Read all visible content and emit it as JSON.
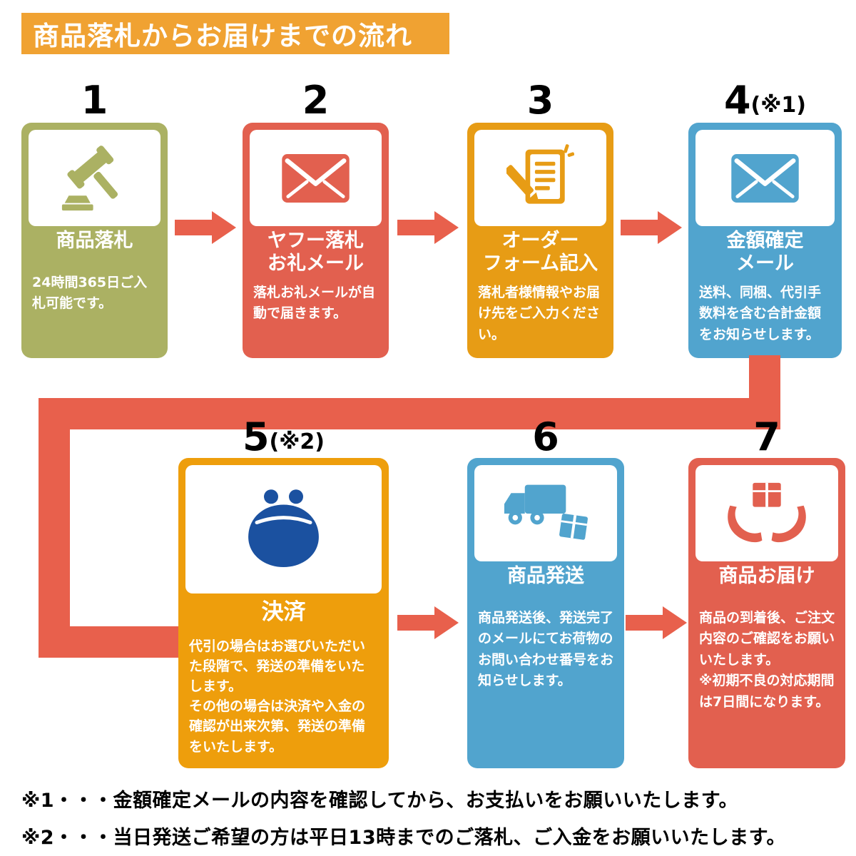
{
  "header": {
    "title": "商品落札からお届けまでの流れ",
    "bg_color": "#F0A232",
    "text_color": "#FFFFFF"
  },
  "arrow_color": "#E8604C",
  "steps": [
    {
      "num": "1",
      "suffix": "",
      "title": "商品落札",
      "desc": "24時間365日ご入札可能です。",
      "color": "#ABB163",
      "icon_color": "#ABB163",
      "icon": "gavel-icon"
    },
    {
      "num": "2",
      "suffix": "",
      "title": "ヤフー落札\nお礼メール",
      "desc": "落札お礼メールが自動で届きます。",
      "color": "#E2604F",
      "icon_color": "#E2604F",
      "icon": "mail-icon"
    },
    {
      "num": "3",
      "suffix": "",
      "title": "オーダー\nフォーム記入",
      "desc": "落札者様情報やお届け先をご入力ください。",
      "color": "#E79C15",
      "icon_color": "#E79C15",
      "icon": "form-pencil-icon"
    },
    {
      "num": "4",
      "suffix": "(※1)",
      "title": "金額確定\nメール",
      "desc": "送料、同梱、代引手数料を含む合計金額をお知らせします。",
      "color": "#51A4CE",
      "icon_color": "#51A4CE",
      "icon": "mail-icon"
    },
    {
      "num": "5",
      "suffix": "(※2)",
      "title": "決済",
      "desc": "代引の場合はお選びいただいた段階で、発送の準備をいたします。\nその他の場合は決済や入金の確認が出来次第、発送の準備をいたします。",
      "color": "#EE9E0C",
      "icon_color": "#1B51A0",
      "icon": "purse-icon"
    },
    {
      "num": "6",
      "suffix": "",
      "title": "商品発送",
      "desc": "商品発送後、発送完了のメールにてお荷物のお問い合わせ番号をお知らせします。",
      "color": "#51A4CE",
      "icon_color": "#51A4CE",
      "icon": "truck-box-icon"
    },
    {
      "num": "7",
      "suffix": "",
      "title": "商品お届け",
      "desc": "商品の到着後、ご注文内容のご確認をお願いいたします。\n※初期不良の対応期間は7日間になります。",
      "color": "#E2604F",
      "icon_color": "#E2604F",
      "icon": "hands-box-icon"
    }
  ],
  "notes": [
    "※1・・・金額確定メールの内容を確認してから、お支払いをお願いいたします。",
    "※2・・・当日発送ご希望の方は平日13時までのご落札、ご入金をお願いいたします。"
  ]
}
